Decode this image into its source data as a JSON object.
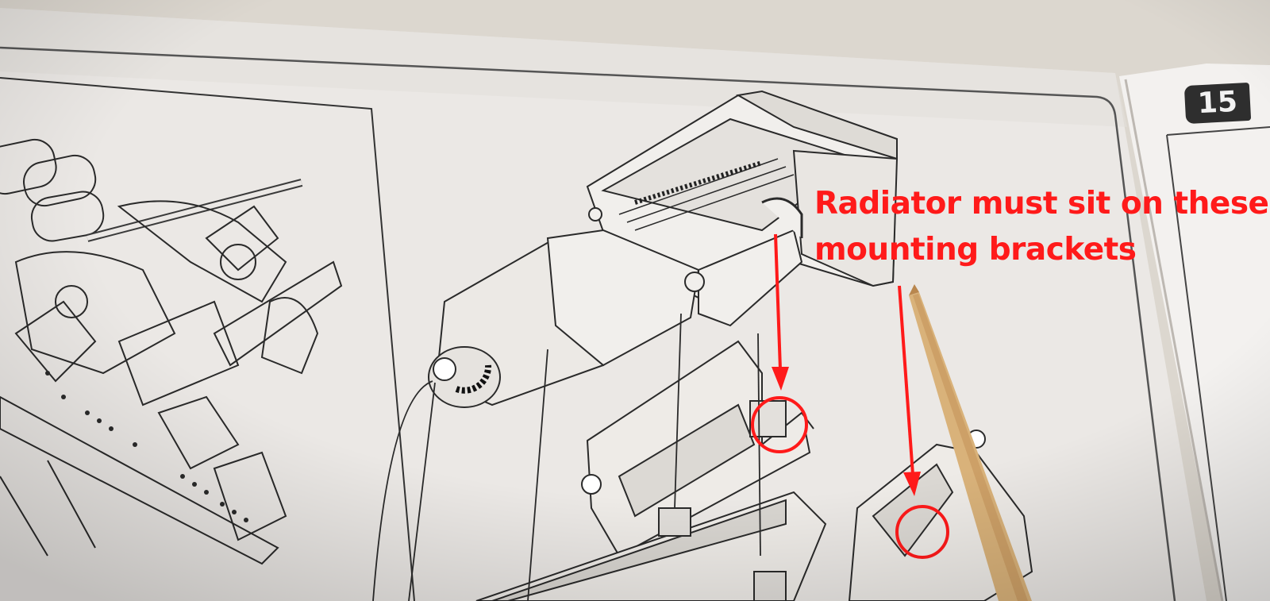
{
  "step_number": "15",
  "annotation": {
    "line1": "Radiator must sit on these",
    "line2": "mounting brackets"
  },
  "colors": {
    "annotation_red": "#ff1a1a",
    "paper": "#ece9e6",
    "toothpick": "#d9b27a"
  }
}
